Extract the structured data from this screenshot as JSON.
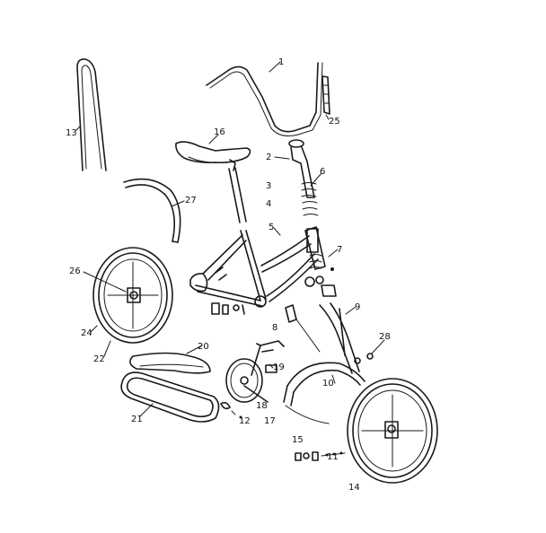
{
  "diagram": {
    "type": "exploded-parts-diagram",
    "ink_color": "#1a1a1a",
    "background": "#ffffff",
    "callouts": [
      "1",
      "2",
      "3",
      "4",
      "5",
      "6",
      "7",
      "8",
      "9",
      "10",
      "11",
      "12",
      "13",
      "14",
      "15",
      "16",
      "17",
      "18",
      "19",
      "20",
      "21",
      "22",
      "24",
      "25",
      "26",
      "27",
      "28"
    ]
  }
}
